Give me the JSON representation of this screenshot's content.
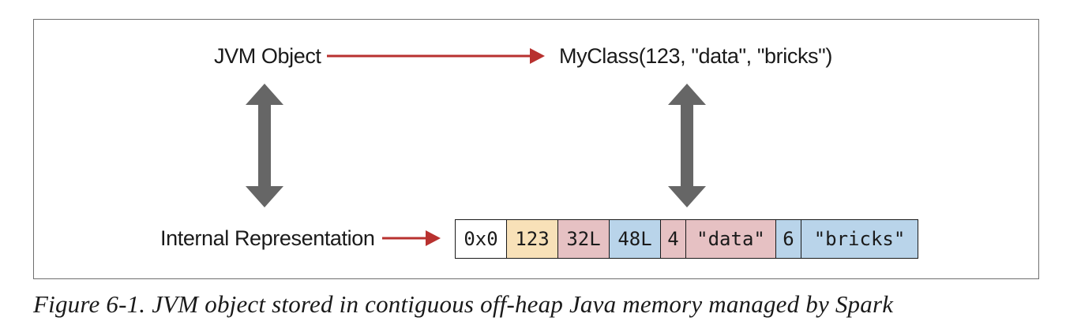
{
  "diagram": {
    "jvm_object_label": "JVM Object",
    "myclass_label": "MyClass(123, \"data\", \"bricks\")",
    "internal_label": "Internal Representation",
    "colors": {
      "arrow_red": "#b8312f",
      "double_arrow_gray": "#666666",
      "frame_border": "#6f6f6f",
      "cell_white": "#ffffff",
      "cell_yellow": "#f8e1b8",
      "cell_pink": "#e6c1c3",
      "cell_blue": "#b9d4ea"
    },
    "memory_cells": [
      {
        "text": "0x0",
        "color": "#ffffff"
      },
      {
        "text": "123",
        "color": "#f8e1b8"
      },
      {
        "text": "32L",
        "color": "#e6c1c3"
      },
      {
        "text": "48L",
        "color": "#b9d4ea"
      },
      {
        "text": "4",
        "color": "#e6c1c3"
      },
      {
        "text": "\"data\"",
        "color": "#e6c1c3"
      },
      {
        "text": "6",
        "color": "#b9d4ea"
      },
      {
        "text": "\"bricks\"",
        "color": "#b9d4ea"
      }
    ]
  },
  "caption": "Figure 6-1. JVM object stored in contiguous off-heap Java memory managed by Spark"
}
